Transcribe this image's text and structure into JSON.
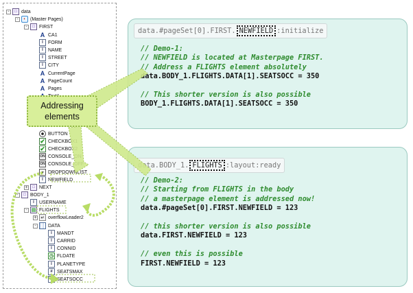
{
  "tree": {
    "nodes": [
      {
        "label": "data",
        "icon": "page-icon",
        "toggle": "-",
        "indent": 0
      },
      {
        "label": "(Master Pages)",
        "icon": "master-pages-icon",
        "toggle": "-",
        "indent": 1
      },
      {
        "label": "FIRST",
        "icon": "page-icon",
        "toggle": "-",
        "indent": 2
      },
      {
        "label": "CA1",
        "icon": "text-icon",
        "toggle": "",
        "indent": 3
      },
      {
        "label": "FORM",
        "icon": "field-icon",
        "toggle": "",
        "indent": 3
      },
      {
        "label": "NAME",
        "icon": "field-icon",
        "toggle": "",
        "indent": 3
      },
      {
        "label": "STREET",
        "icon": "field-icon",
        "toggle": "",
        "indent": 3
      },
      {
        "label": "CITY",
        "icon": "field-icon",
        "toggle": "",
        "indent": 3
      },
      {
        "label": "CurrentPage",
        "icon": "text-icon",
        "toggle": "",
        "indent": 3
      },
      {
        "label": "PageCount",
        "icon": "text-icon",
        "toggle": "",
        "indent": 3
      },
      {
        "label": "Pages",
        "icon": "text-icon",
        "toggle": "",
        "indent": 3
      },
      {
        "label": "Text1",
        "icon": "text-icon",
        "toggle": "",
        "indent": 3
      },
      {
        "label": "",
        "icon": "",
        "toggle": "",
        "indent": 3
      },
      {
        "label": "",
        "icon": "",
        "toggle": "",
        "indent": 3
      },
      {
        "label": "",
        "icon": "image-icon",
        "toggle": "",
        "indent": 3
      },
      {
        "label": "BUTTON",
        "icon": "radio-button-icon",
        "toggle": "",
        "indent": 3
      },
      {
        "label": "CHECKBOX1",
        "icon": "checkbox-icon",
        "toggle": "",
        "indent": 3
      },
      {
        "label": "CHECKBOX2",
        "icon": "checkbox-icon",
        "toggle": "",
        "indent": 3
      },
      {
        "label": "CONSOLE_ON",
        "icon": "console-icon",
        "toggle": "",
        "indent": 3
      },
      {
        "label": "CONSOLE_OFF",
        "icon": "console-icon",
        "toggle": "",
        "indent": 3
      },
      {
        "label": "DROPDOWNLIST",
        "icon": "dropdown-icon",
        "toggle": "",
        "indent": 3
      },
      {
        "label": "NEWFIELD",
        "icon": "field-icon",
        "toggle": "",
        "indent": 3
      },
      {
        "label": "NEXT",
        "icon": "page-icon",
        "toggle": "+",
        "indent": 2
      },
      {
        "label": "BODY_1",
        "icon": "page-icon",
        "toggle": "-",
        "indent": 1
      },
      {
        "label": "USERNAME",
        "icon": "field-icon",
        "toggle": "",
        "indent": 2
      },
      {
        "label": "FLIGHTS",
        "icon": "subform-icon",
        "toggle": "-",
        "indent": 2
      },
      {
        "label": "overflowLeader2",
        "icon": "overflow-icon",
        "toggle": "+",
        "indent": 3
      },
      {
        "label": "DATA",
        "icon": "table-icon",
        "toggle": "-",
        "indent": 3
      },
      {
        "label": "MANDT",
        "icon": "field-icon",
        "toggle": "",
        "indent": 4
      },
      {
        "label": "CARRID",
        "icon": "field-icon",
        "toggle": "",
        "indent": 4
      },
      {
        "label": "CONNID",
        "icon": "field-icon",
        "toggle": "",
        "indent": 4
      },
      {
        "label": "FLDATE",
        "icon": "date-icon",
        "toggle": "",
        "indent": 4
      },
      {
        "label": "PLANETYPE",
        "icon": "field-icon",
        "toggle": "",
        "indent": 4
      },
      {
        "label": "SEATSMAX",
        "icon": "numeric-icon",
        "toggle": "",
        "indent": 4
      },
      {
        "label": "SEATSOCC",
        "icon": "numeric-icon",
        "toggle": "",
        "indent": 4
      }
    ]
  },
  "callout": {
    "line1": "Addressing",
    "line2": "elements"
  },
  "box1": {
    "header_before": "data.#pageSet[0].FIRST.",
    "header_highlight": "NEWFIELD",
    "header_after": ":initialize",
    "lines": [
      {
        "kind": "cmt",
        "text": "// Demo-1:"
      },
      {
        "kind": "cmt",
        "text": "// NEWFIELD is located at Masterpage FIRST."
      },
      {
        "kind": "cmt",
        "text": "// Address a FLIGHTS element absolutely"
      },
      {
        "kind": "cd",
        "text": "data.BODY_1.FLIGHTS.DATA[1].SEATSOCC = 350"
      },
      {
        "kind": "blank",
        "text": ""
      },
      {
        "kind": "cmt",
        "text": "// This shorter version is also possible"
      },
      {
        "kind": "cd",
        "text": "BODY_1.FLIGHTS.DATA[1].SEATSOCC = 350"
      }
    ]
  },
  "box2": {
    "header_before": "data.BODY_1.",
    "header_highlight": "FLIGHTS",
    "header_after": ":layout:ready",
    "lines": [
      {
        "kind": "cmt",
        "text": "// Demo-2:"
      },
      {
        "kind": "cmt",
        "text": "// Starting from FLIGHTS in the body"
      },
      {
        "kind": "cmt",
        "text": "// a masterpage element is addressed now!"
      },
      {
        "kind": "cd",
        "text": "data.#pageSet[0].FIRST.NEWFIELD = 123"
      },
      {
        "kind": "blank",
        "text": ""
      },
      {
        "kind": "cmt",
        "text": "// this shorter version is also possible"
      },
      {
        "kind": "cd",
        "text": "data.FIRST.NEWFIELD = 123"
      },
      {
        "kind": "blank",
        "text": ""
      },
      {
        "kind": "cmt",
        "text": "// even this is possible"
      },
      {
        "kind": "cd",
        "text": "FIRST.NEWFIELD = 123"
      }
    ]
  },
  "colors": {
    "box_bg": "#dff4ef",
    "comment": "#2e8b2e",
    "callout_bg": "#d8ef9a",
    "arrow": "#c6e37a"
  }
}
